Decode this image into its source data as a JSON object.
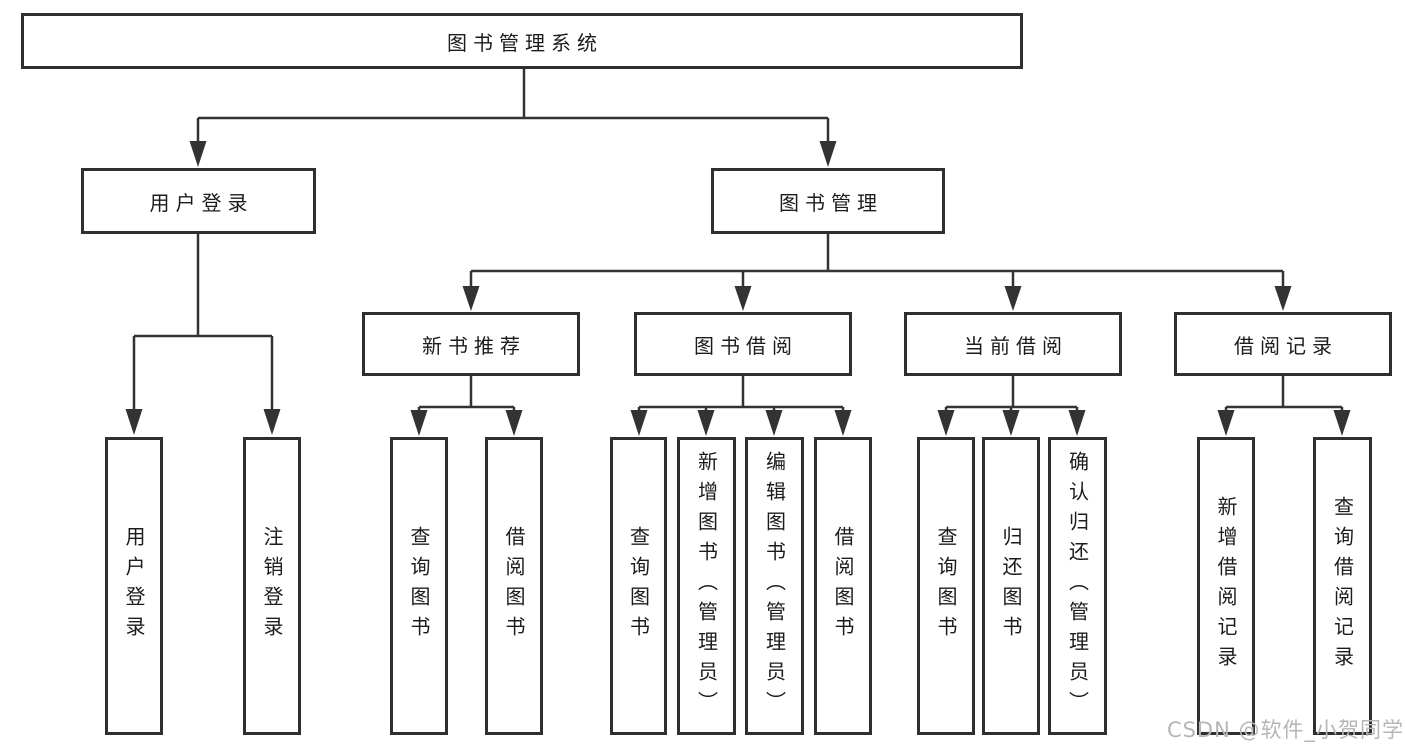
{
  "diagram": {
    "root": "图书管理系统",
    "user_login": {
      "label": "用户登录",
      "children": {
        "login": "用户登录",
        "logout": "注销登录"
      }
    },
    "book_mgmt": {
      "label": "图书管理",
      "new_books": {
        "label": "新书推荐",
        "children": {
          "query": "查询图书",
          "borrow": "借阅图书"
        }
      },
      "borrowing": {
        "label": "图书借阅",
        "children": {
          "query": "查询图书",
          "add": "新增图书（管理员）",
          "edit": "编辑图书（管理员）",
          "borrow": "借阅图书"
        }
      },
      "current": {
        "label": "当前借阅",
        "children": {
          "query": "查询图书",
          "return": "归还图书",
          "confirm": "确认归还（管理员）"
        }
      },
      "records": {
        "label": "借阅记录",
        "children": {
          "add": "新增借阅记录",
          "query": "查询借阅记录"
        }
      }
    }
  },
  "watermark": "CSDN @软件_小贺同学",
  "colors": {
    "line": "#333333",
    "border": "#2f2f2f",
    "text": "#1c1c1c",
    "watermark": "#b6b6b6",
    "background": "#ffffff"
  }
}
